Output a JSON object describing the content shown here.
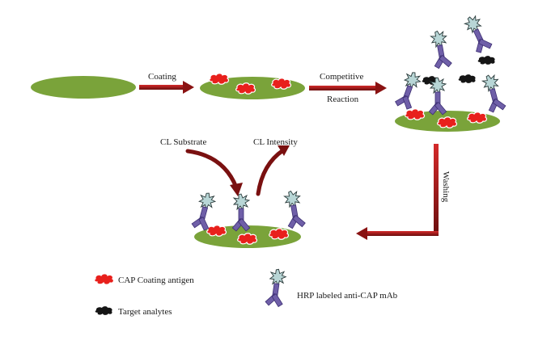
{
  "steps": {
    "coating": "Coating",
    "competitive": "Competitive",
    "reaction": "Reaction",
    "washing": "Washing",
    "cl_substrate": "CL Substrate",
    "cl_intensity": "CL Intensity"
  },
  "legend": {
    "coating_antigen": "CAP Coating antigen",
    "target_analytes": "Target analytes",
    "hrp_antibody": "HRP labeled anti-CAP mAb"
  },
  "colors": {
    "plate": "#7aa33a",
    "antigen": "#e8201c",
    "analyte": "#1a1a1a",
    "antibody": "#6f5fa8",
    "hrp": "#b8d6d6",
    "arrow": "#b51515",
    "arrow_dark": "#5a0e0e"
  },
  "icons": {
    "antigen": "red-blob-icon",
    "analyte": "black-blob-icon",
    "antibody": "y-antibody-icon",
    "hrp": "spiky-star-icon"
  }
}
